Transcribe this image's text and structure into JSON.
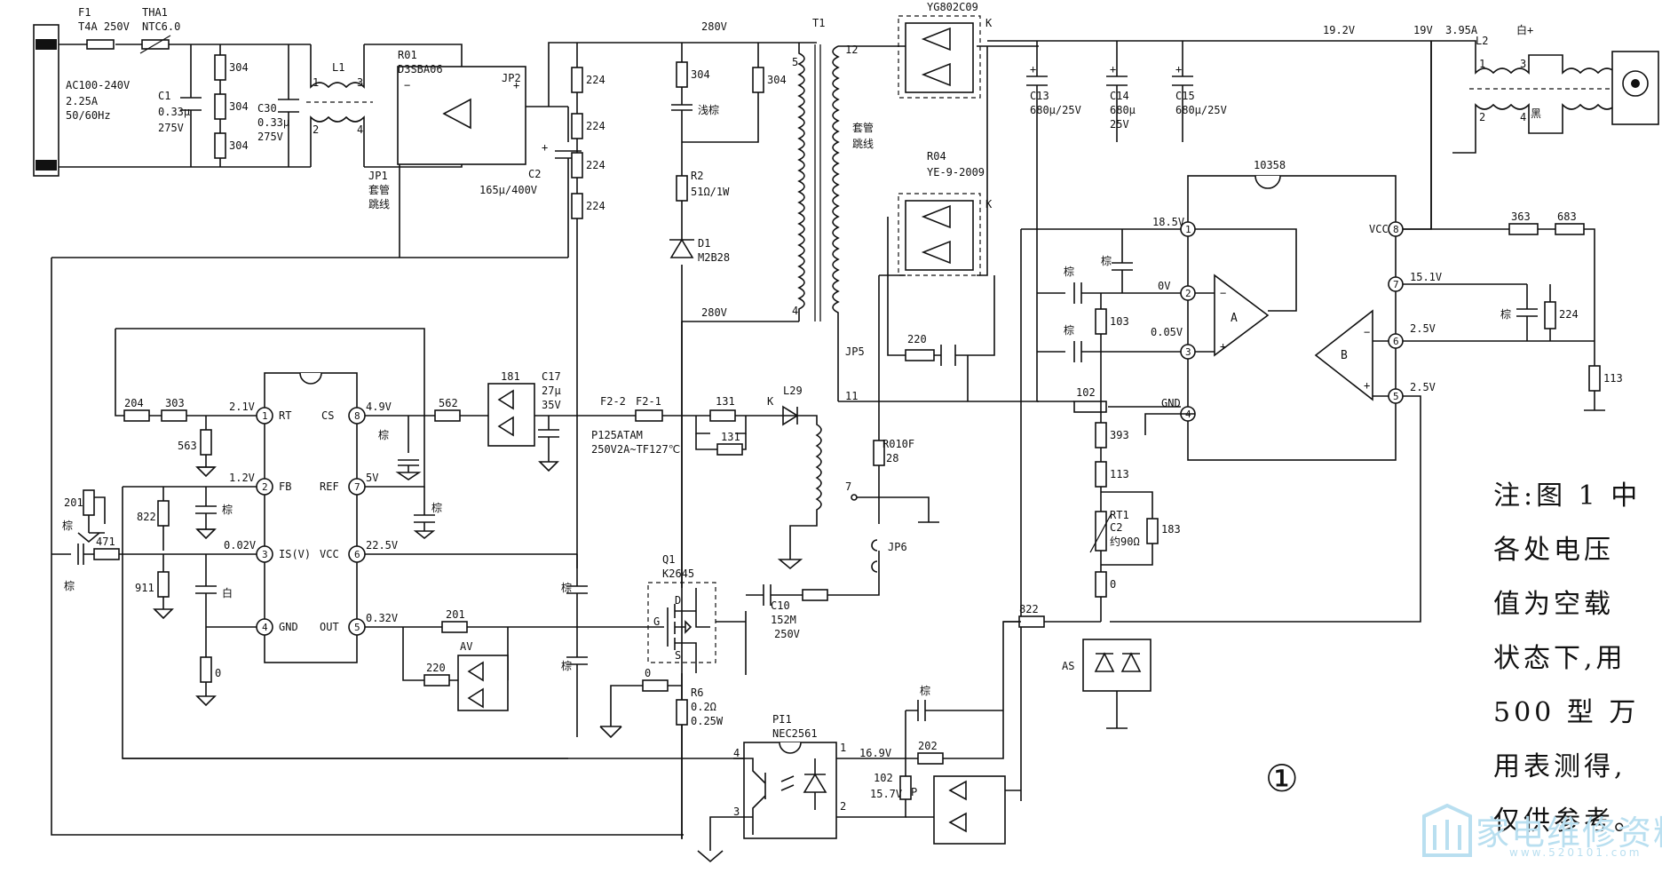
{
  "input": {
    "fuse_ref": "F1",
    "fuse_val": "T4A 250V",
    "ntc_ref": "THA1",
    "ntc_val": "NTC6.0",
    "ac_line1": "AC100-240V",
    "ac_line2": "2.25A",
    "ac_line3": "50/60Hz",
    "c1_ref": "C1",
    "c1_val1": "0.33μ",
    "c1_val2": "275V",
    "c30_ref": "C30",
    "c30_val1": "0.33μ",
    "c30_val2": "275V",
    "r304": "304",
    "l1": "L1",
    "bridge_ref": "R01",
    "bridge_val": "D3SBA06",
    "jp1": "JP1",
    "jp1_note1": "套管",
    "jp1_note2": "跳线",
    "jp2": "JP2",
    "c2_ref": "C2",
    "c2_val": "165μ/400V",
    "v280": "280V",
    "r224": "224"
  },
  "snubber": {
    "r304": "304",
    "cap_label": "浅棕",
    "r2_ref": "R2",
    "r2_val": "51Ω/1W",
    "d1_ref": "D1",
    "d1_val": "M2B28",
    "v280": "280V"
  },
  "transformer": {
    "ref": "T1",
    "p5": "5",
    "p4": "4",
    "p12": "12",
    "p11": "11",
    "note1": "套管",
    "note2": "跳线",
    "rect1_ref": "YG802C09",
    "rect2_ref": "R04",
    "rect2_val": "YE-9-2009",
    "k": "K",
    "r220": "220",
    "jp5": "JP5"
  },
  "output": {
    "v19_2": "19.2V",
    "v19": "19V",
    "i_out": "3.95A",
    "l2": "L2",
    "plus_label": "白+",
    "minus_label": "黑",
    "c13_ref": "C13",
    "c13_val": "680μ/25V",
    "c14_ref": "C14",
    "c14_val1": "680μ",
    "c14_val2": "25V",
    "c15_ref": "C15",
    "c15_val": "680μ/25V",
    "p1": "1",
    "p2": "2",
    "p3": "3",
    "p4": "4"
  },
  "opamp": {
    "ic": "10358",
    "pin1_v": "18.5V",
    "pin2_v": "0V",
    "pin3_v": "0.05V",
    "gnd": "GND",
    "vcc": "VCC",
    "pin7_v": "15.1V",
    "pin6_v": "2.5V",
    "pin5_v": "2.5V",
    "amp_a": "A",
    "amp_b": "B",
    "cap_brown": "棕",
    "r103": "103",
    "r102": "102",
    "r393": "393",
    "r113": "113",
    "r363": "363",
    "r683": "683",
    "r224": "224",
    "r113b": "113",
    "rt1": "RT1",
    "c2": "C2",
    "rt1_val": "约90Ω",
    "r183": "183",
    "r_zero": "0",
    "r822": "822",
    "as": "AS"
  },
  "pwm": {
    "pin1": "RT",
    "pin2": "FB",
    "pin3": "IS(V)",
    "pin4": "GND",
    "pin8": "CS",
    "pin7": "REF",
    "pin6": "VCC",
    "pin5": "OUT",
    "v_rt": "2.1V",
    "v_fb": "1.2V",
    "v_is": "0.02V",
    "v_cs": "4.9V",
    "v_ref": "5V",
    "v_vcc": "22.5V",
    "v_out": "0.32V",
    "r204": "204",
    "r303": "303",
    "r563": "563",
    "r822": "822",
    "r201": "201",
    "r471": "471",
    "r911": "911",
    "r0": "0",
    "c_white": "白",
    "c_brown": "棕",
    "r562": "562",
    "r201b": "201",
    "r220": "220",
    "av": "AV"
  },
  "aux": {
    "d181": "181",
    "c17_ref": "C17",
    "c17_val1": "27μ",
    "c17_val2": "35V",
    "f2_2": "F2-2",
    "f2_1": "F2-1",
    "f2_val1": "P125ATAM",
    "f2_val2": "250V2A~TF127℃",
    "r131": "131",
    "r131b": "131",
    "l29": "L29",
    "k": "K",
    "r010": "R010F",
    "r010_val": "28",
    "jp6": "JP6",
    "n7": "7"
  },
  "mosfet": {
    "ref": "Q1",
    "val": "K2645",
    "g": "G",
    "d": "D",
    "s": "S",
    "c10_ref": "C10",
    "c10_val1": "152M",
    "c10_val2": "250V",
    "r6_ref": "R6",
    "r6_val1": "0.2Ω",
    "r6_val2": "0.25W",
    "r0": "0"
  },
  "opto": {
    "ref": "PI1",
    "val": "NEC2561",
    "v1": "16.9V",
    "v2": "15.7V",
    "r202": "202",
    "r102": "102",
    "p": "P",
    "cap_brown": "棕",
    "p1": "1",
    "p2": "2",
    "p3": "3",
    "p4": "4"
  },
  "note": {
    "lines": [
      "注:图 1 中",
      "各处电压",
      "值为空载",
      "状态下,用",
      "500 型 万",
      "用表测得,",
      "仅供参考。"
    ],
    "figure_mark": "①"
  },
  "watermark": {
    "text": "家电维修资料网",
    "url": "www.520101.com"
  }
}
